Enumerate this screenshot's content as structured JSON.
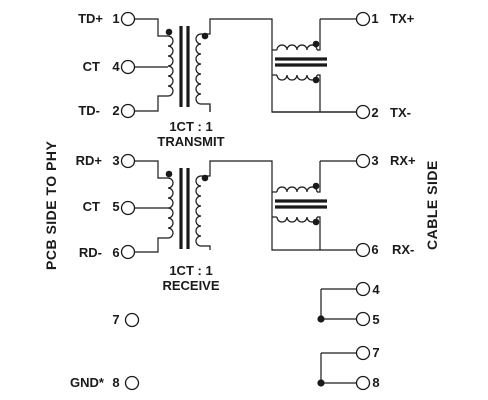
{
  "left_pins": [
    {
      "name": "TD+",
      "num": "1"
    },
    {
      "name": "CT",
      "num": "4"
    },
    {
      "name": "TD-",
      "num": "2"
    },
    {
      "name": "RD+",
      "num": "3"
    },
    {
      "name": "CT",
      "num": "5"
    },
    {
      "name": "RD-",
      "num": "6"
    },
    {
      "name": "",
      "num": "7"
    },
    {
      "name": "GND*",
      "num": "8"
    }
  ],
  "right_pins": [
    {
      "name": "TX+",
      "num": "1"
    },
    {
      "name": "TX-",
      "num": "2"
    },
    {
      "name": "RX+",
      "num": "3"
    },
    {
      "name": "RX-",
      "num": "6"
    },
    {
      "name": "",
      "num": "4"
    },
    {
      "name": "",
      "num": "5"
    },
    {
      "name": "",
      "num": "7"
    },
    {
      "name": "",
      "num": "8"
    }
  ],
  "transmit": {
    "ratio": "1CT : 1",
    "title": "TRANSMIT"
  },
  "receive": {
    "ratio": "1CT : 1",
    "title": "RECEIVE"
  },
  "side_labels": {
    "left": "PCB SIDE TO PHY",
    "right": "CABLE SIDE"
  }
}
